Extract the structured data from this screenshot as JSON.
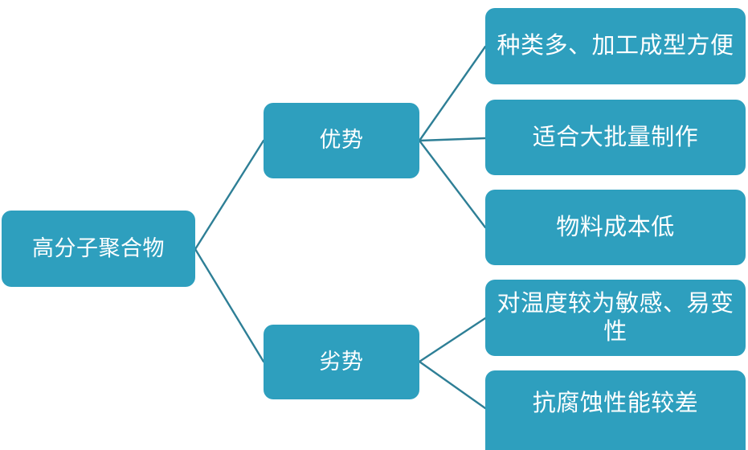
{
  "diagram": {
    "type": "tree-mind-map",
    "theme": {
      "node_fill": "#2E9FBE",
      "node_text": "#FFFFFF",
      "connector": "#2E7F96",
      "background": "#FFFFFF"
    },
    "root": {
      "label": "高分子聚合物"
    },
    "branches": [
      {
        "label": "优势",
        "children": [
          {
            "label": "种类多、加工成型方便"
          },
          {
            "label": "适合大批量制作"
          },
          {
            "label": "物料成本低"
          }
        ]
      },
      {
        "label": "劣势",
        "children": [
          {
            "label": "对温度较为敏感、易变性"
          },
          {
            "label": "抗腐蚀性能较差"
          }
        ]
      }
    ]
  }
}
